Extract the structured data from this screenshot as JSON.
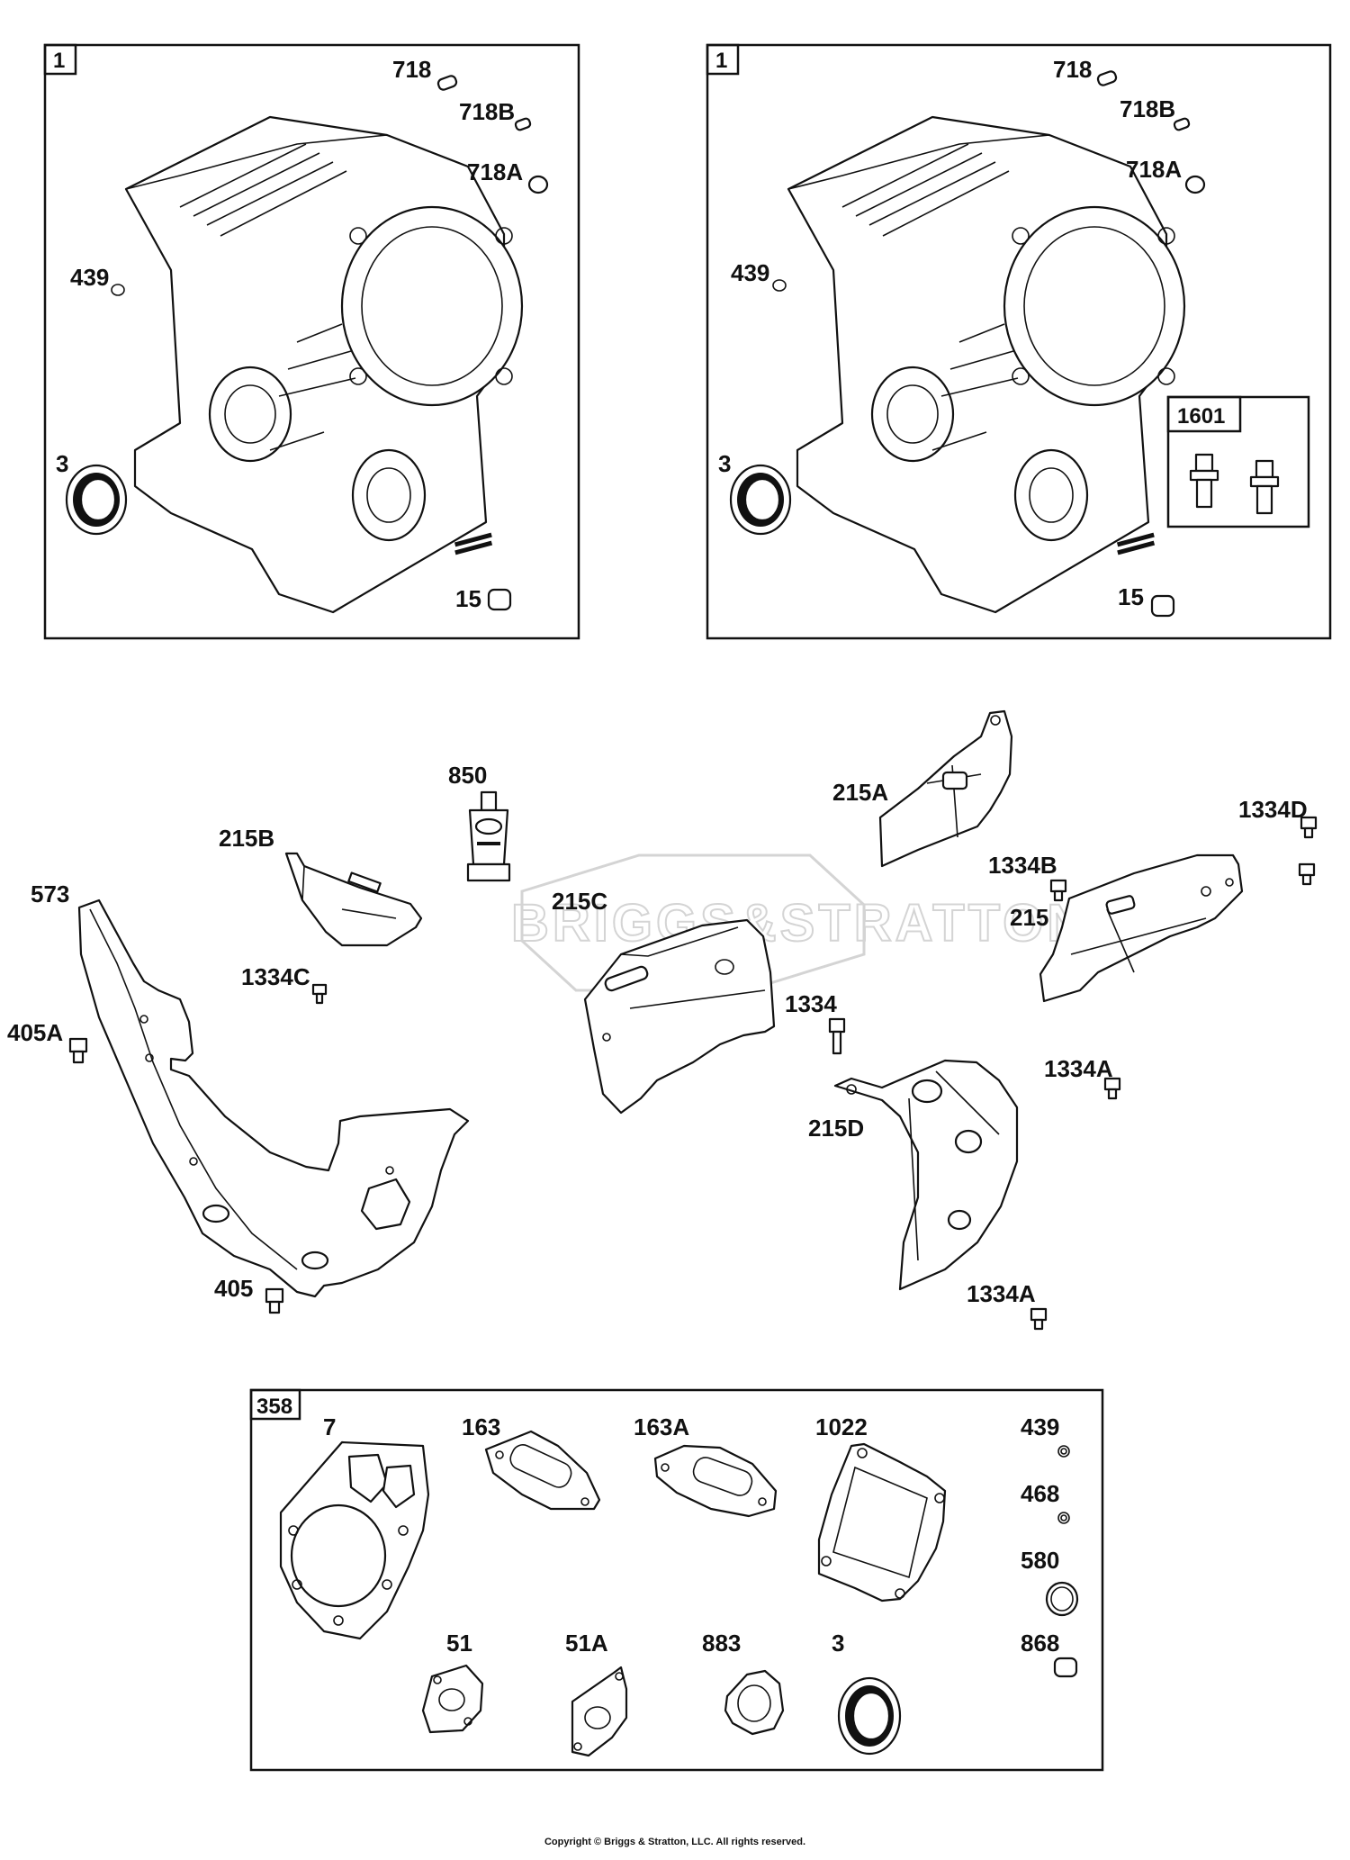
{
  "panels": {
    "left_block": {
      "tag": "1",
      "labels": {
        "718": "718",
        "718B": "718B",
        "718A": "718A",
        "439": "439",
        "3": "3",
        "15": "15"
      }
    },
    "right_block": {
      "tag": "1",
      "labels": {
        "718": "718",
        "718B": "718B",
        "718A": "718A",
        "439": "439",
        "3": "3",
        "15": "15"
      },
      "inset": {
        "tag": "1601"
      }
    },
    "gasket_set": {
      "tag": "358",
      "labels": {
        "7": "7",
        "163": "163",
        "163A": "163A",
        "1022": "1022",
        "439": "439",
        "468": "468",
        "580": "580",
        "868": "868",
        "51": "51",
        "51A": "51A",
        "883": "883",
        "3": "3"
      }
    }
  },
  "middle_labels": {
    "p850": "850",
    "p215B": "215B",
    "p573": "573",
    "p1334C": "1334C",
    "p405A": "405A",
    "p405": "405",
    "p215C": "215C",
    "p1334": "1334",
    "p215A": "215A",
    "p1334B": "1334B",
    "p1334D": "1334D",
    "p215": "215",
    "p1334A_1": "1334A",
    "p215D": "215D",
    "p1334A_2": "1334A"
  },
  "watermark": "BRIGGS&STRATTON",
  "copyright": "Copyright © Briggs & Stratton, LLC. All rights reserved."
}
